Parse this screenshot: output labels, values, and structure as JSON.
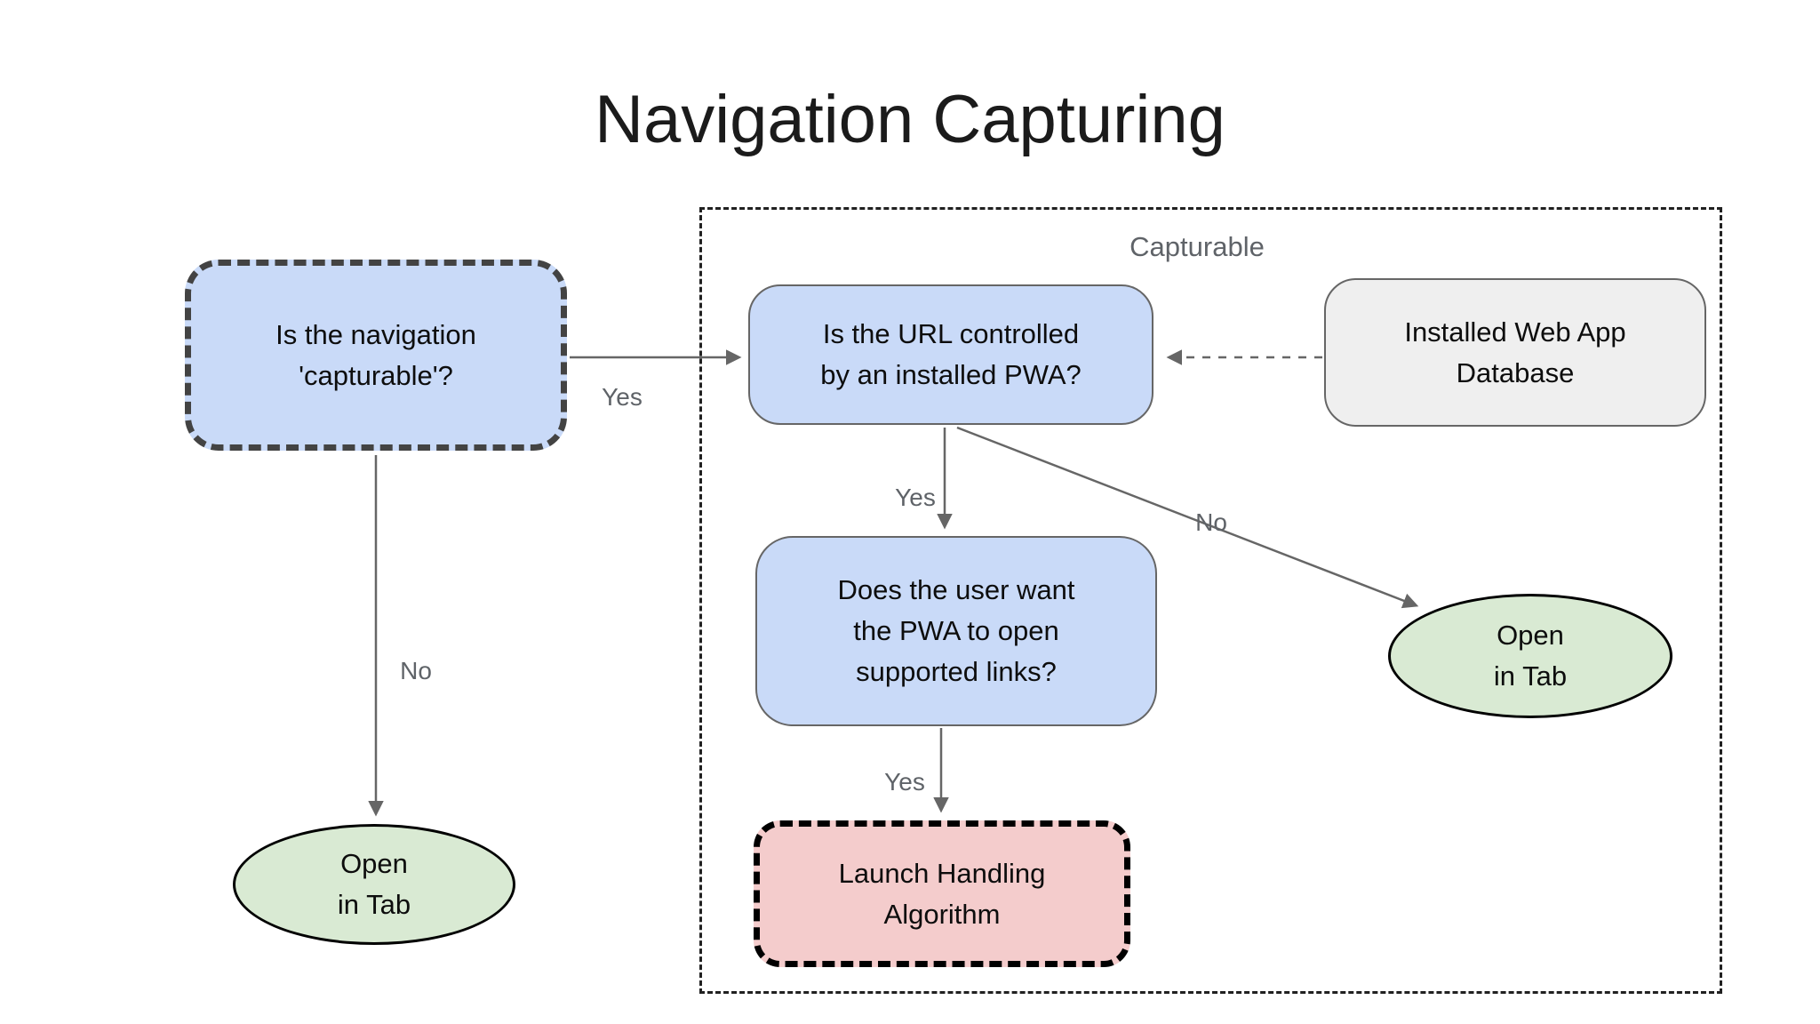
{
  "title": "Navigation Capturing",
  "group": {
    "label": "Capturable",
    "style": "dashed-rectangle"
  },
  "nodes": {
    "capturable_question": {
      "text": "Is the navigation\n'capturable'?",
      "shape": "rounded-rect-dashed",
      "fill": "#c9daf8"
    },
    "pwa_question": {
      "text": "Is the URL controlled\nby an installed PWA?",
      "shape": "rounded-rect",
      "fill": "#c9daf8"
    },
    "web_app_db": {
      "text": "Installed Web App\nDatabase",
      "shape": "rounded-rect",
      "fill": "#efefef"
    },
    "user_want_question": {
      "text": "Does the user want\nthe PWA to open\nsupported links?",
      "shape": "rounded-rect",
      "fill": "#c9daf8"
    },
    "launch_handling": {
      "text": "Launch Handling\nAlgorithm",
      "shape": "rounded-rect-dashed",
      "fill": "#f4cccc"
    },
    "open_in_tab_left": {
      "text": "Open\nin Tab",
      "shape": "ellipse",
      "fill": "#d9ead3"
    },
    "open_in_tab_right": {
      "text": "Open\nin Tab",
      "shape": "ellipse",
      "fill": "#d9ead3"
    }
  },
  "edges": [
    {
      "from": "capturable_question",
      "to": "pwa_question",
      "label": "Yes",
      "style": "solid"
    },
    {
      "from": "capturable_question",
      "to": "open_in_tab_left",
      "label": "No",
      "style": "solid"
    },
    {
      "from": "pwa_question",
      "to": "user_want_question",
      "label": "Yes",
      "style": "solid"
    },
    {
      "from": "pwa_question",
      "to": "open_in_tab_right",
      "label": "No",
      "style": "solid"
    },
    {
      "from": "user_want_question",
      "to": "launch_handling",
      "label": "Yes",
      "style": "solid"
    },
    {
      "from": "web_app_db",
      "to": "pwa_question",
      "label": "",
      "style": "dashed"
    }
  ],
  "colors": {
    "node_blue": "#c9daf8",
    "node_green": "#d9ead3",
    "node_red": "#f4cccc",
    "node_gray": "#efefef",
    "edge_gray": "#666666",
    "label_gray": "#5f6368",
    "dashed_dark_border": "#434343",
    "black_border": "#000000"
  }
}
